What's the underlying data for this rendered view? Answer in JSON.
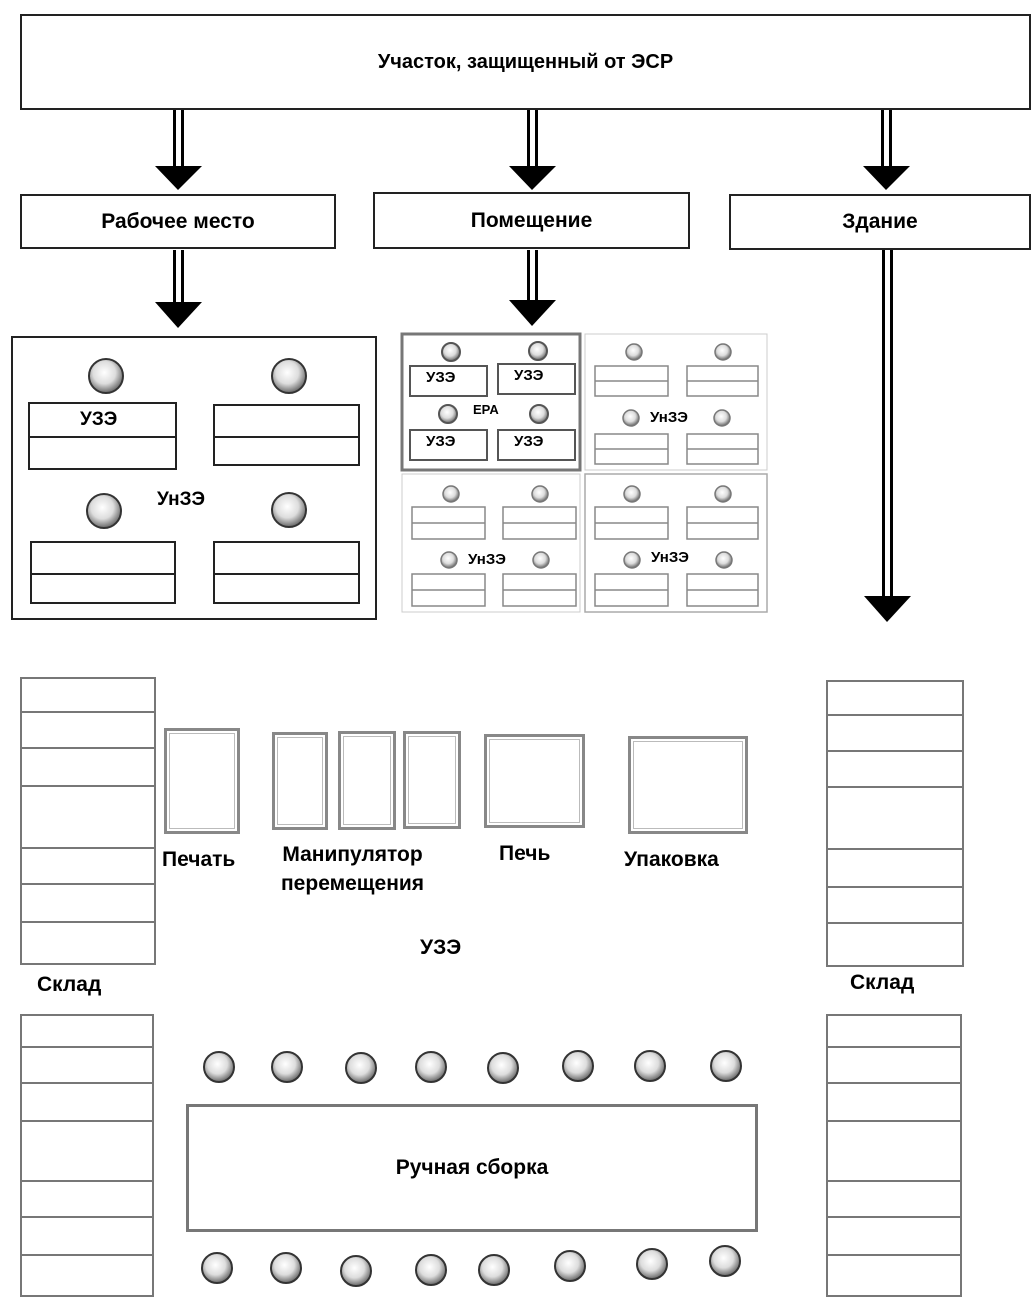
{
  "header": {
    "title": "Участок, защищенный от ЭСР"
  },
  "levels": {
    "workplace": "Рабочее место",
    "room": "Помещение",
    "building": "Здание"
  },
  "workplace_panel": {
    "protected_label": "УЗЭ",
    "unprotected_label": "УнЗЭ"
  },
  "room_panel": {
    "cell_a_labels": [
      "УЗЭ",
      "УЗЭ",
      "УЗЭ",
      "УЗЭ"
    ],
    "epa_label": "EPA",
    "unprotected_label": "УнЗЭ"
  },
  "floor_plan": {
    "print_label": "Печать",
    "manipulator_label": "Манипулятор\nперемещения",
    "oven_label": "Печь",
    "packing_label": "Упаковка",
    "protected_label": "УЗЭ",
    "warehouse_left_label": "Склад",
    "warehouse_right_label": "Склад",
    "assembly_label": "Ручная сборка"
  }
}
